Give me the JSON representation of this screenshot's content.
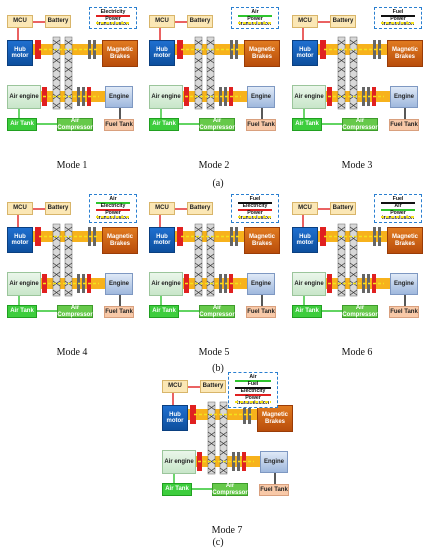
{
  "labels": {
    "mcu": "MCU",
    "battery": "Battery",
    "hub_motor": "Hub motor",
    "magnetic_brakes": "Magnetic Brakes",
    "air_engine": "Air engine",
    "engine": "Engine",
    "air_tank": "Air Tank",
    "air_compressor": "Air Compressor",
    "fuel_tank": "Fuel Tank"
  },
  "colors": {
    "electricity": "#e02020",
    "air": "#2ec52e",
    "fuel": "#111111",
    "power_transmission": "#f4e21a",
    "shaft": "#f7b21c",
    "clutch": "#e02020",
    "gear": "#666666",
    "legend_border": "#2a7fd0"
  },
  "legend_labels": {
    "electricity": "Electricity",
    "air": "Air",
    "fuel": "Fuel",
    "power_transmission": "Power transmission"
  },
  "panels": [
    {
      "mode": "Mode 1",
      "legend": [
        "electricity",
        "power_transmission"
      ]
    },
    {
      "mode": "Mode 2",
      "legend": [
        "air",
        "power_transmission"
      ]
    },
    {
      "mode": "Mode 3",
      "legend": [
        "fuel",
        "power_transmission"
      ]
    },
    {
      "mode": "Mode 4",
      "legend": [
        "air",
        "electricity",
        "power_transmission"
      ]
    },
    {
      "mode": "Mode 5",
      "legend": [
        "fuel",
        "electricity",
        "power_transmission"
      ]
    },
    {
      "mode": "Mode 6",
      "legend": [
        "fuel",
        "air",
        "power_transmission"
      ]
    },
    {
      "mode": "Mode 7",
      "legend": [
        "air",
        "fuel",
        "electricity",
        "power_transmission"
      ]
    }
  ],
  "subcaptions": {
    "a": "(a)",
    "b": "(b)",
    "c": "(c)"
  }
}
